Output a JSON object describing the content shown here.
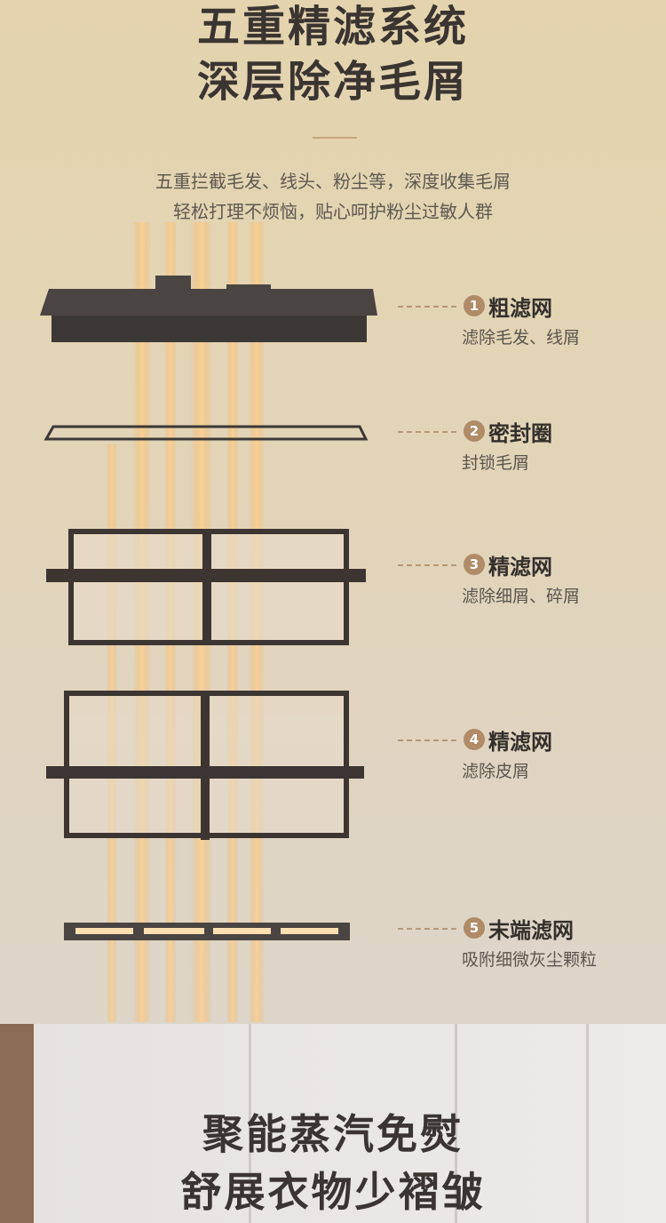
{
  "header": {
    "title_line1": "五重精滤系统",
    "title_line2": "深层除净毛屑",
    "subtitle_line1": "五重拦截毛发、线头、粉尘等，深度收集毛屑",
    "subtitle_line2": "轻松打理不烦恼，贴心呵护粉尘过敏人群"
  },
  "filters": [
    {
      "num": "1",
      "name": "粗滤网",
      "desc": "滤除毛发、线屑"
    },
    {
      "num": "2",
      "name": "密封圈",
      "desc": "封锁毛屑"
    },
    {
      "num": "3",
      "name": "精滤网",
      "desc": "滤除细屑、碎屑"
    },
    {
      "num": "4",
      "name": "精滤网",
      "desc": "滤除皮屑"
    },
    {
      "num": "5",
      "name": "末端滤网",
      "desc": "吸附细微灰尘颗粒"
    }
  ],
  "footer": {
    "title_line1": "聚能蒸汽免熨",
    "title_line2": "舒展衣物少褶皱"
  },
  "colors": {
    "accent": "#b08b68",
    "text": "#3a3530"
  }
}
